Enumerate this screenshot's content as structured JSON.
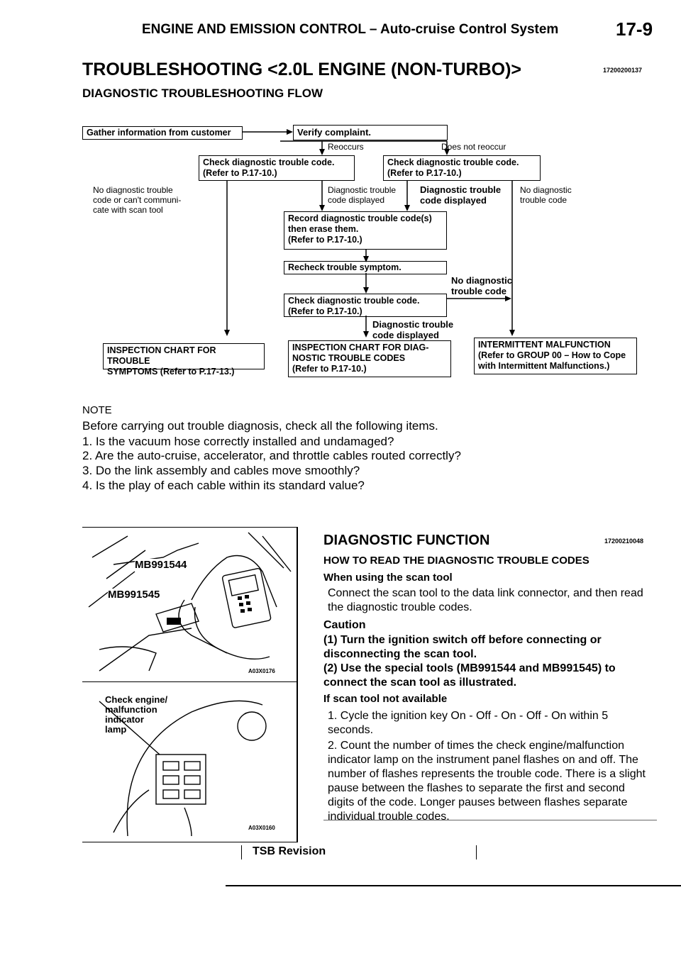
{
  "header": {
    "title": "ENGINE AND EMISSION CONTROL – Auto-cruise Control System",
    "page": "17-9"
  },
  "section": {
    "title": "TROUBLESHOOTING <2.0L ENGINE (NON-TURBO)>",
    "code": "17200200137",
    "subtitle": "DIAGNOSTIC TROUBLESHOOTING FLOW"
  },
  "flow": {
    "gather": "Gather information from customer",
    "verify": "Verify complaint.",
    "reoccurs": "Reoccurs",
    "not_reoccur": "Does not reoccur",
    "check_left": "Check diagnostic trouble code.\n(Refer to P.17-10.)",
    "check_right": "Check diagnostic trouble code.\n(Refer to P.17-10.)",
    "no_code_scan": "No diagnostic trouble\ncode or can't communi-\ncate with scan tool",
    "code_displayed_1": "Diagnostic trouble\ncode displayed",
    "code_displayed_2": "Diagnostic trouble\ncode displayed",
    "no_code_right": "No diagnostic\ntrouble code",
    "record": "Record diagnostic trouble code(s)\nthen erase them.\n(Refer to P.17-10.)",
    "recheck": "Recheck trouble symptom.",
    "no_code_mid": "No diagnostic\ntrouble code",
    "check_mid": "Check diagnostic trouble code.\n(Refer to P.17-10.)",
    "code_displayed_3": "Diagnostic trouble\ncode displayed",
    "inspection_symptoms": "INSPECTION CHART FOR TROUBLE\nSYMPTOMS (Refer to P.17-13.)",
    "inspection_codes": "INSPECTION CHART FOR DIAG-\nNOSTIC TROUBLE CODES\n(Refer to P.17-10.)",
    "intermittent": "INTERMITTENT MALFUNCTION\n(Refer to GROUP 00 – How to Cope\nwith Intermittent Malfunctions.)"
  },
  "note": {
    "label": "NOTE",
    "intro": "Before carrying out trouble diagnosis, check all the following items.",
    "items": [
      "1. Is the vacuum hose correctly installed and undamaged?",
      "2. Are the auto-cruise, accelerator, and throttle cables routed correctly?",
      "3. Do the link assembly and cables move smoothly?",
      "4. Is the play of each cable within its standard value?"
    ]
  },
  "figures": {
    "top_labels": [
      "MB991544",
      "MB991545"
    ],
    "top_code": "A03X0176",
    "bottom_label": "Check engine/\nmalfunction\nindicator\nlamp",
    "bottom_code": "A03X0160"
  },
  "diag": {
    "title": "DIAGNOSTIC FUNCTION",
    "code": "17200210048",
    "howto": "HOW TO READ THE DIAGNOSTIC TROUBLE CODES",
    "scan_head": "When using the scan tool",
    "scan_text": "Connect the scan tool to the data link connector, and then read the diagnostic trouble codes.",
    "caution": "Caution",
    "caution_1": "(1) Turn the ignition switch off before connecting or disconnecting the scan tool.",
    "caution_2": "(2) Use the special tools (MB991544 and MB991545) to connect the scan tool as illustrated.",
    "no_scan_head": "If scan tool not available",
    "step_1": "1. Cycle the ignition key On - Off - On - Off - On within 5 seconds.",
    "step_2": "2. Count the number of times the check engine/malfunction indicator lamp on the instrument panel flashes on and off. The number of flashes represents the trouble code. There is a slight pause between the flashes to separate the first and second digits of the code. Longer pauses between flashes separate individual trouble codes."
  },
  "footer": {
    "revision": "TSB Revision"
  }
}
